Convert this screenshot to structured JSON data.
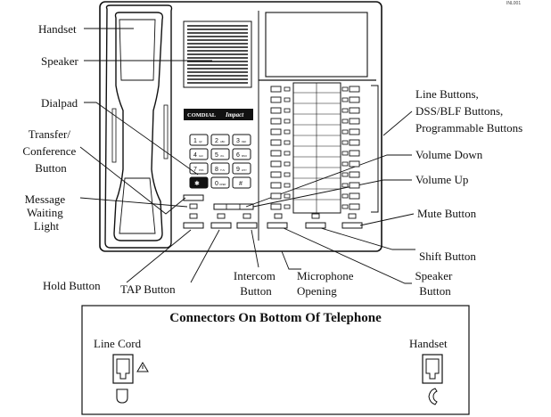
{
  "figure_ref": "INL001",
  "brand": {
    "name": "COMDIAL",
    "model": "Impact"
  },
  "keypad": [
    {
      "digit": "1",
      "letters": "QZ"
    },
    {
      "digit": "2",
      "letters": "ABC"
    },
    {
      "digit": "3",
      "letters": "DEF"
    },
    {
      "digit": "4",
      "letters": "GHI"
    },
    {
      "digit": "5",
      "letters": "JKL"
    },
    {
      "digit": "6",
      "letters": "MNO"
    },
    {
      "digit": "7",
      "letters": "PRS"
    },
    {
      "digit": "8",
      "letters": "TUV"
    },
    {
      "digit": "9",
      "letters": "WXY"
    },
    {
      "digit": "✱",
      "letters": ""
    },
    {
      "digit": "0",
      "letters": "OPER"
    },
    {
      "digit": "#",
      "letters": ""
    }
  ],
  "callouts": {
    "handset": "Handset",
    "speaker": "Speaker",
    "dialpad": "Dialpad",
    "transfer": [
      "Transfer/",
      "Conference",
      "Button"
    ],
    "message": [
      "Message",
      "Waiting",
      "Light"
    ],
    "line_buttons": [
      "Line Buttons,",
      "DSS/BLF Buttons,",
      "Programmable Buttons"
    ],
    "volume_down": "Volume Down",
    "volume_up": "Volume Up",
    "mute": "Mute Button",
    "shift": "Shift Button",
    "speaker_button": [
      "Speaker",
      "Button"
    ],
    "microphone": [
      "Microphone",
      "Opening"
    ],
    "intercom": [
      "Intercom",
      "Button"
    ],
    "tap": "TAP Button",
    "hold": "Hold Button"
  },
  "connectors_box": {
    "title": "Connectors On Bottom Of Telephone",
    "line_cord": "Line Cord",
    "handset": "Handset"
  }
}
